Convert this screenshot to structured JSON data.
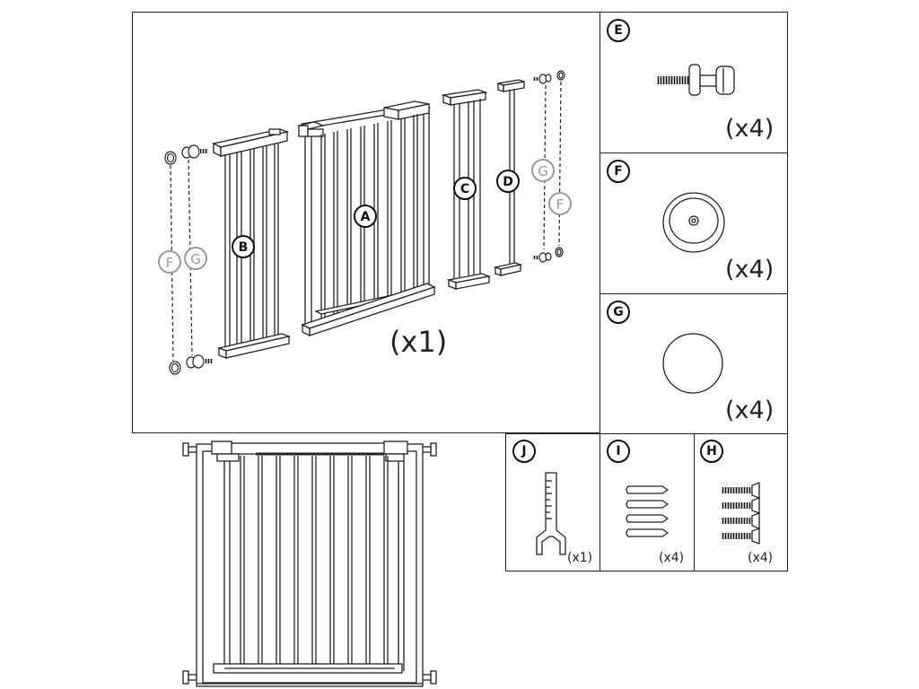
{
  "main": {
    "quantity": "(x1)",
    "parts": [
      {
        "letter": "A"
      },
      {
        "letter": "B"
      },
      {
        "letter": "C"
      },
      {
        "letter": "D"
      }
    ],
    "labels_gray": {
      "f": "F",
      "g": "G"
    }
  },
  "side_parts": [
    {
      "letter": "E",
      "quantity": "(x4)"
    },
    {
      "letter": "F",
      "quantity": "(x4)"
    },
    {
      "letter": "G",
      "quantity": "(x4)"
    }
  ],
  "small_parts": [
    {
      "letter": "J",
      "quantity": "(x1)"
    },
    {
      "letter": "I",
      "quantity": "(x4)"
    },
    {
      "letter": "H",
      "quantity": "(x4)"
    }
  ],
  "colors": {
    "line": "#222222",
    "gray": "#9a9a9a",
    "fill_light": "#f2f2f2"
  }
}
